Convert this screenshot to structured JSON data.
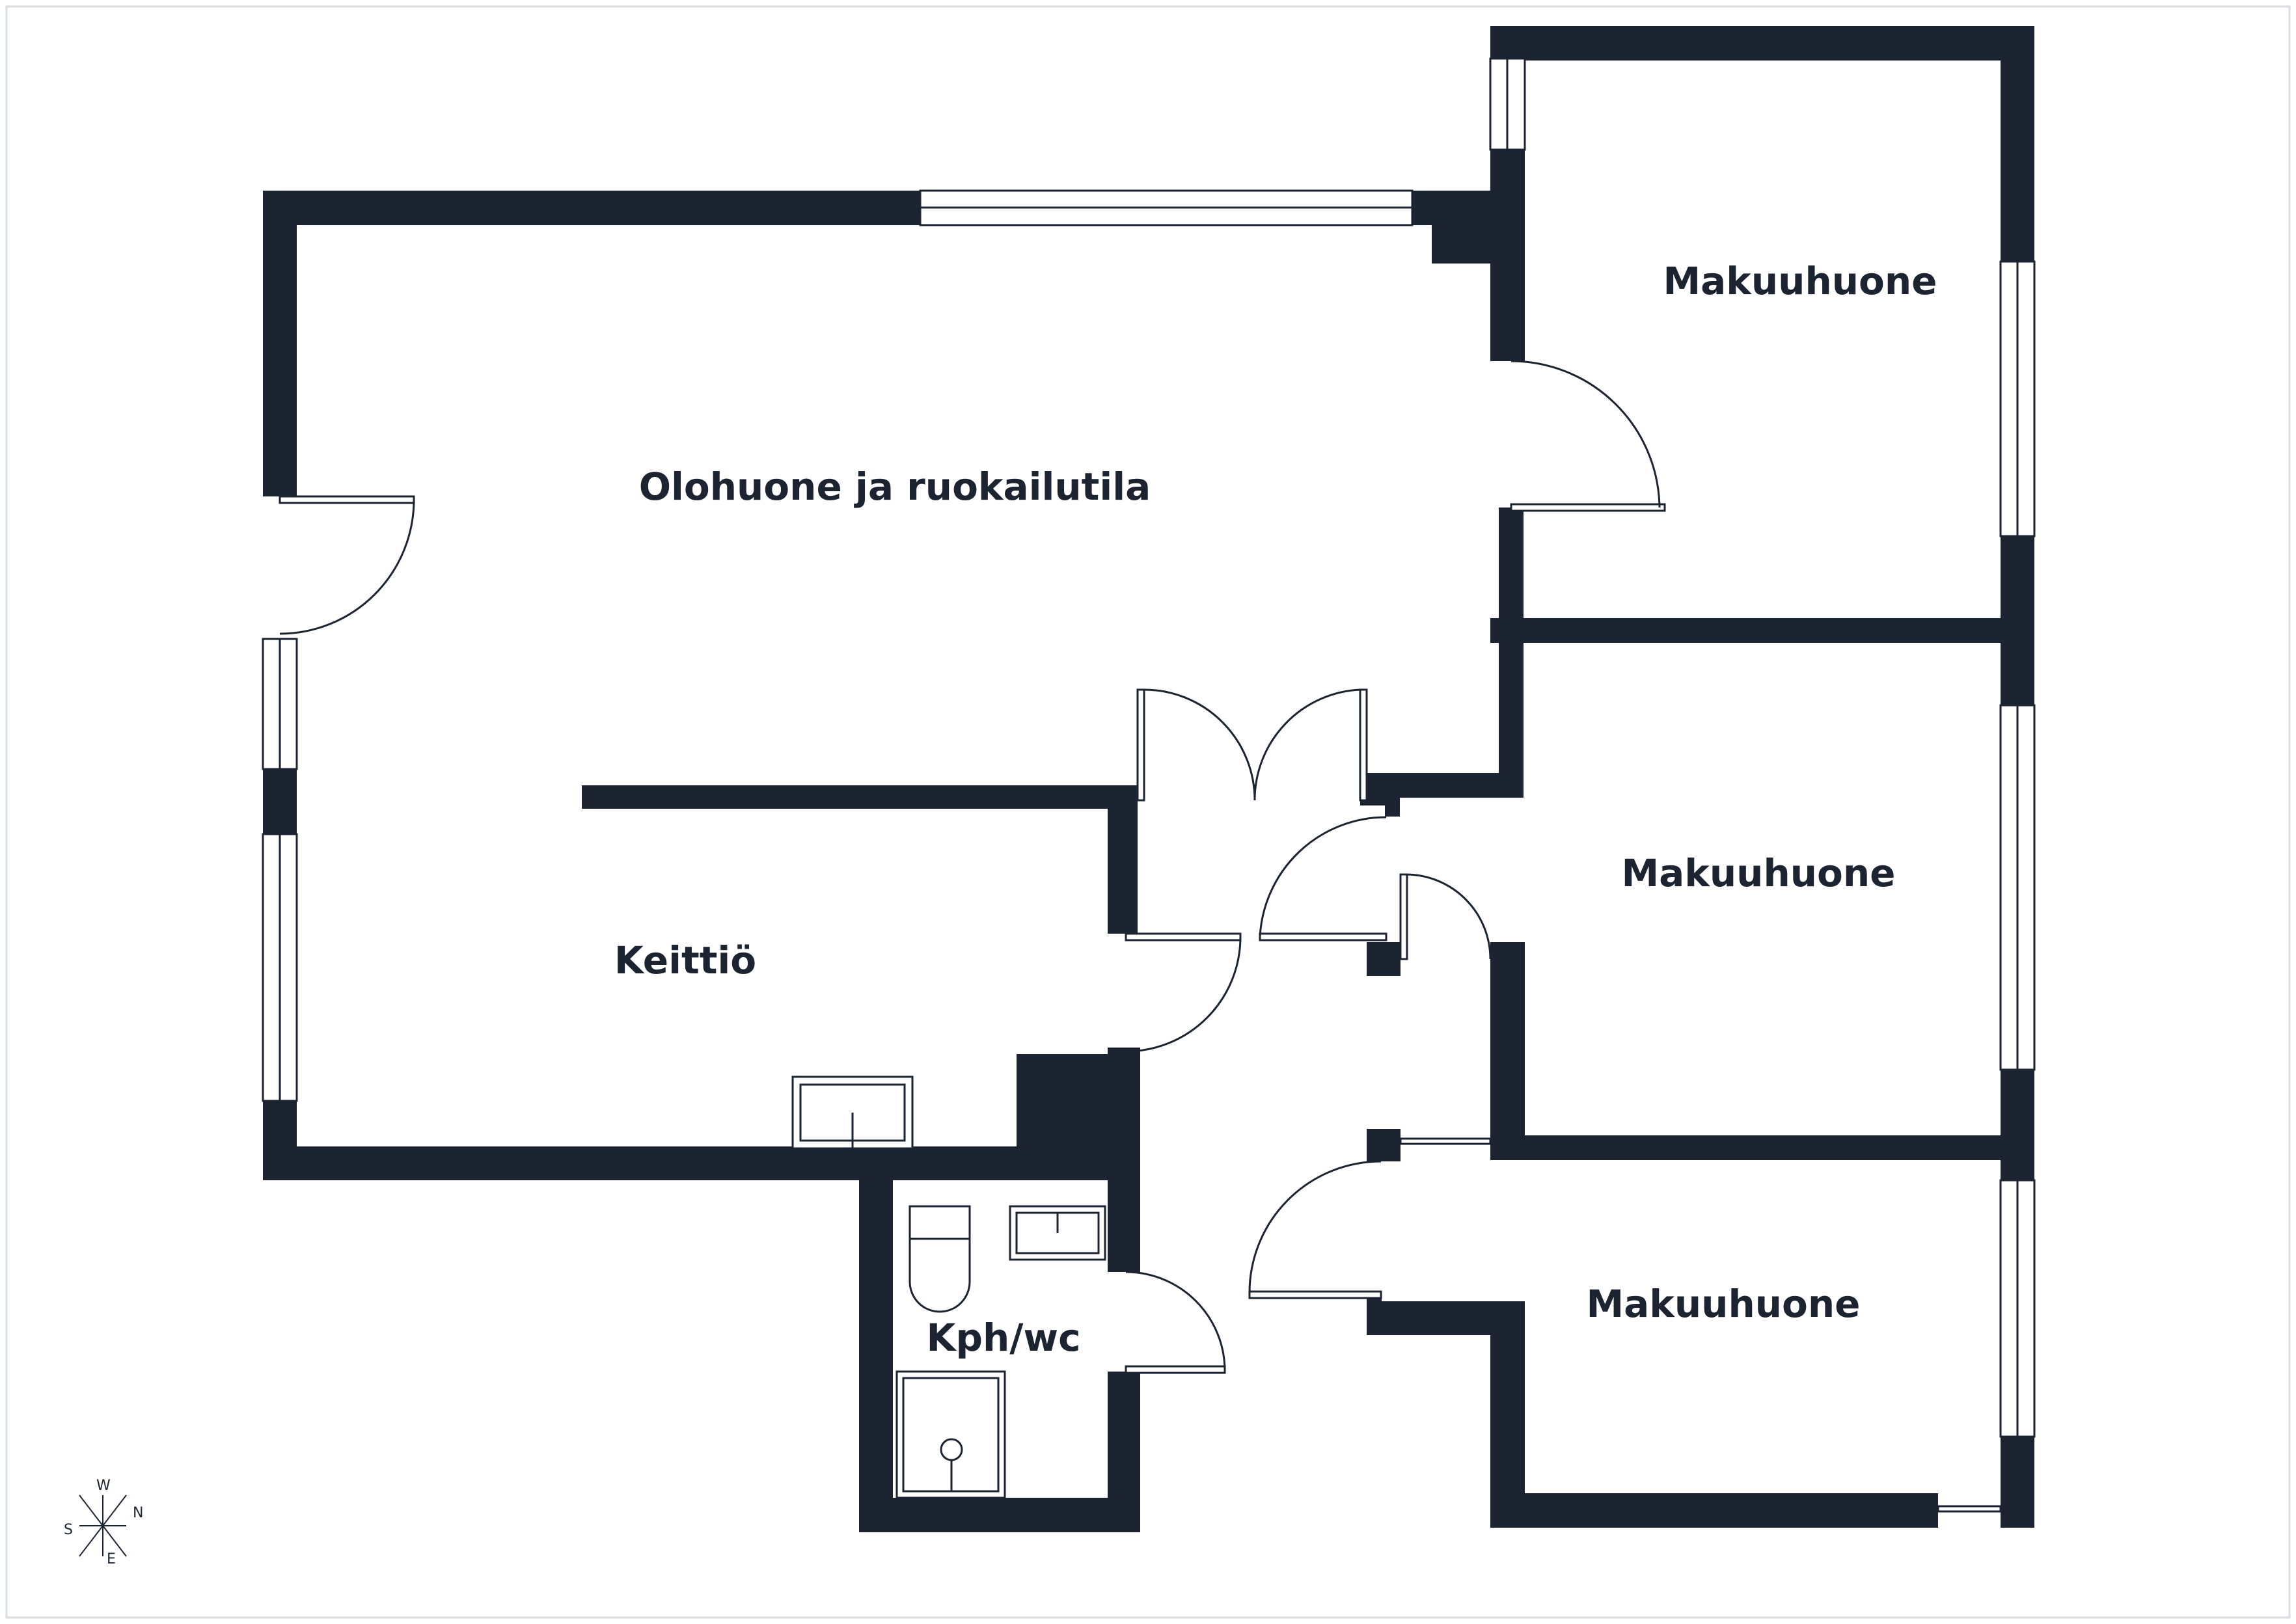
{
  "rooms": {
    "living": "Olohuone ja ruokailutila",
    "bedroom_top": "Makuuhuone",
    "bedroom_mid": "Makuuhuone",
    "bedroom_bottom": "Makuuhuone",
    "kitchen": "Keittiö",
    "bathroom": "Kph/wc"
  },
  "compass": {
    "north": "N",
    "south": "S",
    "west": "W",
    "east": "E"
  },
  "colors": {
    "wall": "#1b2430",
    "background": "#ffffff"
  }
}
